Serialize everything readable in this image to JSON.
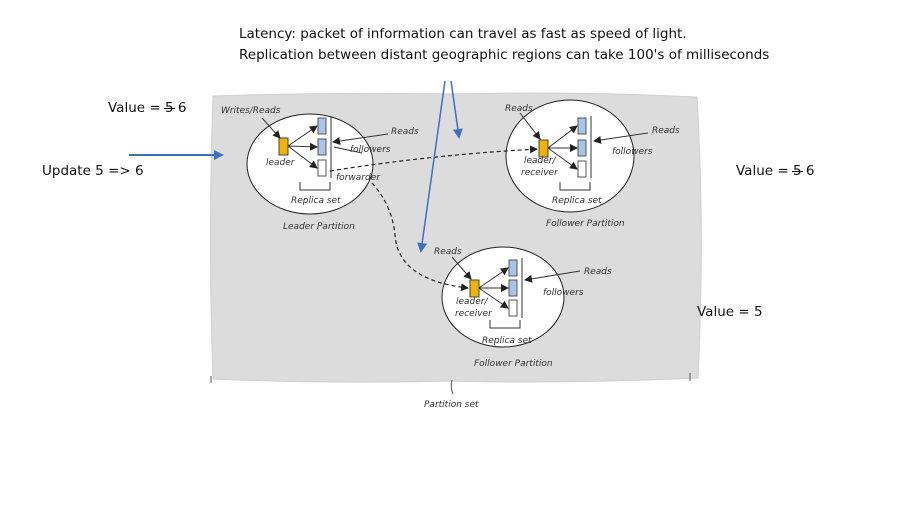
{
  "notes": {
    "latency_line1": "Latency: packet of information can travel as fast as speed of light.",
    "latency_line2": "Replication between distant geographic regions can take 100's of milliseconds",
    "value_leader_old": "5",
    "value_leader_new": "6",
    "value_prefix": "Value = ",
    "update": "Update 5 => 6",
    "value_follower_old": "5",
    "value_follower_new": "6",
    "value_lagging": "Value = 5"
  },
  "diagram": {
    "leader_partition": {
      "writes_reads": "Writes/Reads",
      "reads": "Reads",
      "leader": "leader",
      "followers": "followers",
      "forwarder": "forwarder",
      "replica_set": "Replica set",
      "partition": "Leader Partition"
    },
    "follower_partition_top": {
      "reads_top": "Reads",
      "reads_side": "Reads",
      "leader_receiver_1": "leader/",
      "leader_receiver_2": "receiver",
      "followers": "followers",
      "replica_set": "Replica set",
      "partition": "Follower Partition"
    },
    "follower_partition_bottom": {
      "reads_top": "Reads",
      "reads_side": "Reads",
      "leader_receiver_1": "leader/",
      "leader_receiver_2": "receiver",
      "followers": "followers",
      "replica_set": "Replica set",
      "partition": "Follower Partition"
    },
    "partition_set": "Partition set"
  },
  "colors": {
    "background_panel": "#dcdcdc",
    "leader_node": "#f0b400",
    "follower_node": "#a9c4e8",
    "arrow_blue": "#3f6fc2"
  }
}
